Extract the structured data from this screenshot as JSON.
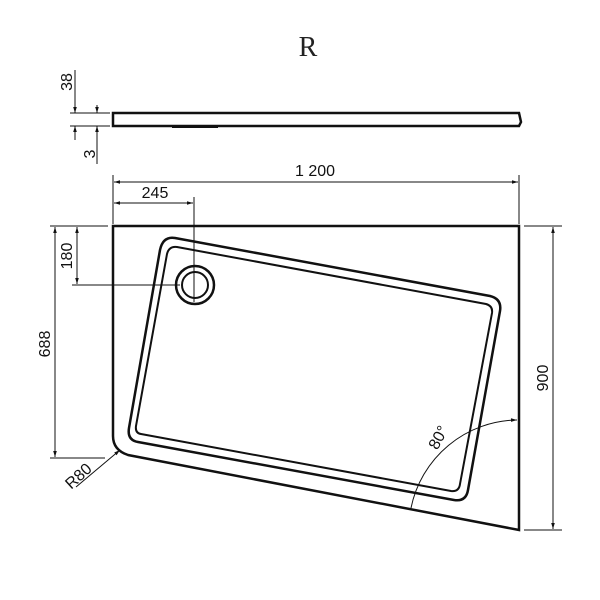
{
  "title": "R",
  "dimensions": {
    "height": "38",
    "foot": "3",
    "width": "1 200",
    "drain_x": "245",
    "drain_y": "180",
    "short_side": "688",
    "depth": "900",
    "radius": "R80",
    "angle": "80°"
  },
  "colors": {
    "line": "#111111",
    "background": "#ffffff"
  }
}
